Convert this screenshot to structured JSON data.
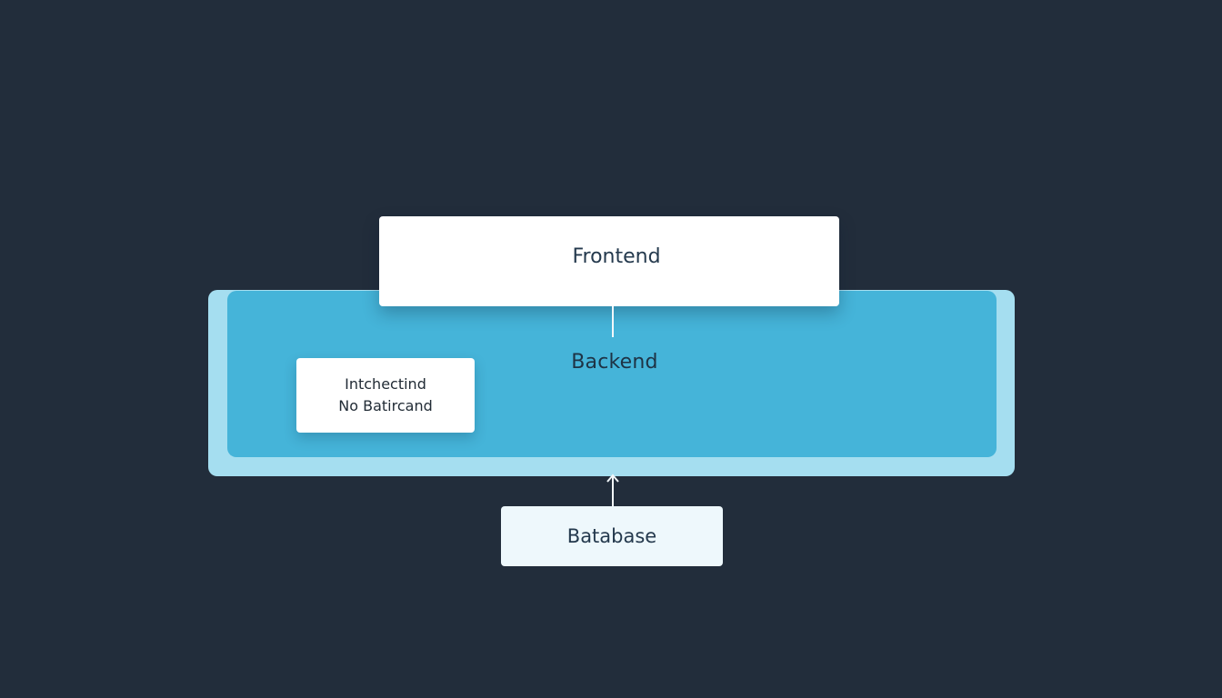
{
  "diagram": {
    "backend": {
      "label": "Backend"
    },
    "frontend": {
      "label": "Frontend"
    },
    "side_box": {
      "line1": "Intchectind",
      "line2": "No Batircand"
    },
    "database": {
      "label": "Batabase"
    }
  },
  "colors": {
    "background": "#222d3b",
    "backend_outer": "#a5def0",
    "backend_inner": "#45b4d9",
    "box_fill": "#ffffff",
    "database_fill": "#eef8fc",
    "text": "#24394d",
    "connector": "#f2f7fa"
  },
  "icons": {
    "connector_arrow": "arrow-up-icon"
  }
}
